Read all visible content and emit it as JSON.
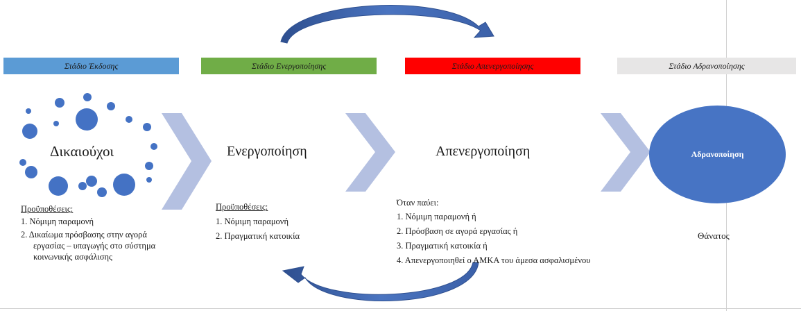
{
  "stages": [
    {
      "label": "Στάδιο Έκδοσης",
      "color": "#5b9bd5"
    },
    {
      "label": "Στάδιο Ενεργοποίησης",
      "color": "#70ad47"
    },
    {
      "label": "Στάδιο Απενεργοποίησης",
      "color": "#ff0000"
    },
    {
      "label": "Στάδιο Αδρανοποίησης",
      "color": "#e7e6e6"
    }
  ],
  "headings": {
    "beneficiaries": "Δικαιούχοι",
    "activation": "Ενεργοποίηση",
    "deactivation": "Απενεργοποίηση",
    "inactivation": "Αδρανοποίηση"
  },
  "issuance": {
    "title": "Προϋποθέσεις:",
    "items": [
      "1. Νόμιμη παραμονή",
      "2. Δικαίωμα πρόσβασης στην αγορά εργασίας – υπαγωγής στο σύστημα κοινωνικής ασφάλισης"
    ]
  },
  "activation": {
    "title": "Προϋποθέσεις:",
    "items": [
      "1. Νόμιμη παραμονή",
      "2. Πραγματική κατοικία"
    ]
  },
  "deactivation": {
    "title": "Όταν παύει:",
    "items": [
      "1. Νόμιμη παραμονή ή",
      "2. Πρόσβαση σε αγορά εργασίας ή",
      "3. Πραγματική κατοικία ή",
      "4. Απενεργοποιηθεί ο ΑΜΚΑ του άμεσα ασφαλισμένου"
    ]
  },
  "inactivation": {
    "reason": "Θάνατος"
  },
  "colors": {
    "chevron": "#b4c0e1",
    "dot": "#4472c4",
    "arrow": "#4468b0"
  }
}
